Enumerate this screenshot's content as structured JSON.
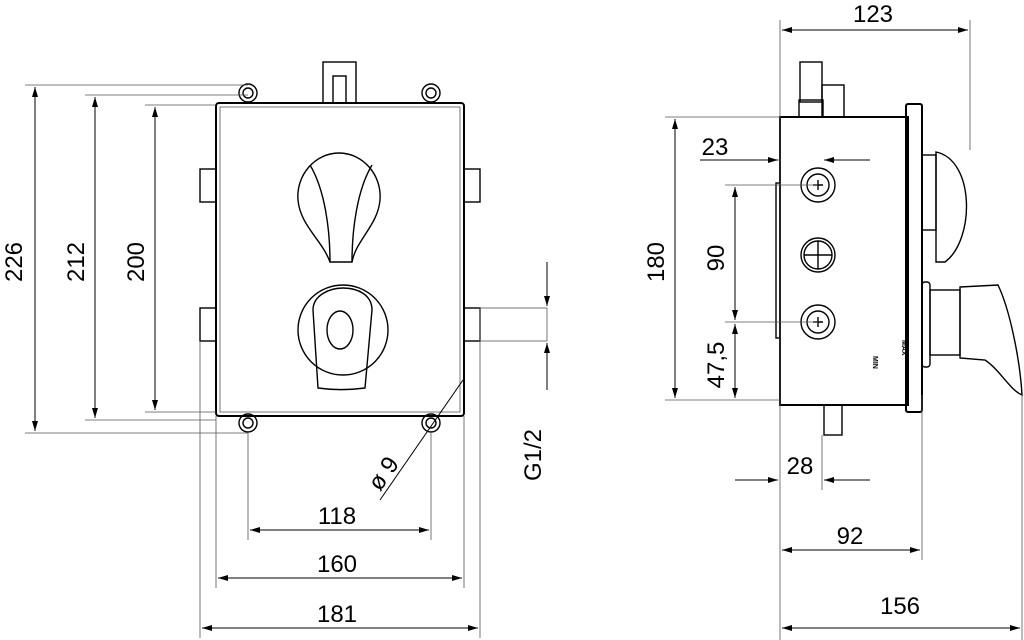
{
  "front_view": {
    "dimensions": {
      "height_overall": "226",
      "height_lugs": "212",
      "height_body": "200",
      "width_lugs": "118",
      "width_body": "160",
      "width_overall": "181",
      "hole_diameter": "ø 9",
      "thread": "G1/2"
    }
  },
  "side_view": {
    "dimensions": {
      "depth_overall_top": "123",
      "offset_top": "23",
      "height_body": "180",
      "port_spacing": "90",
      "port_bottom": "47,5",
      "stub_offset": "28",
      "depth_to_plate": "92",
      "depth_overall": "156"
    },
    "labels": {
      "min": "MIN",
      "max": "MAX"
    }
  }
}
